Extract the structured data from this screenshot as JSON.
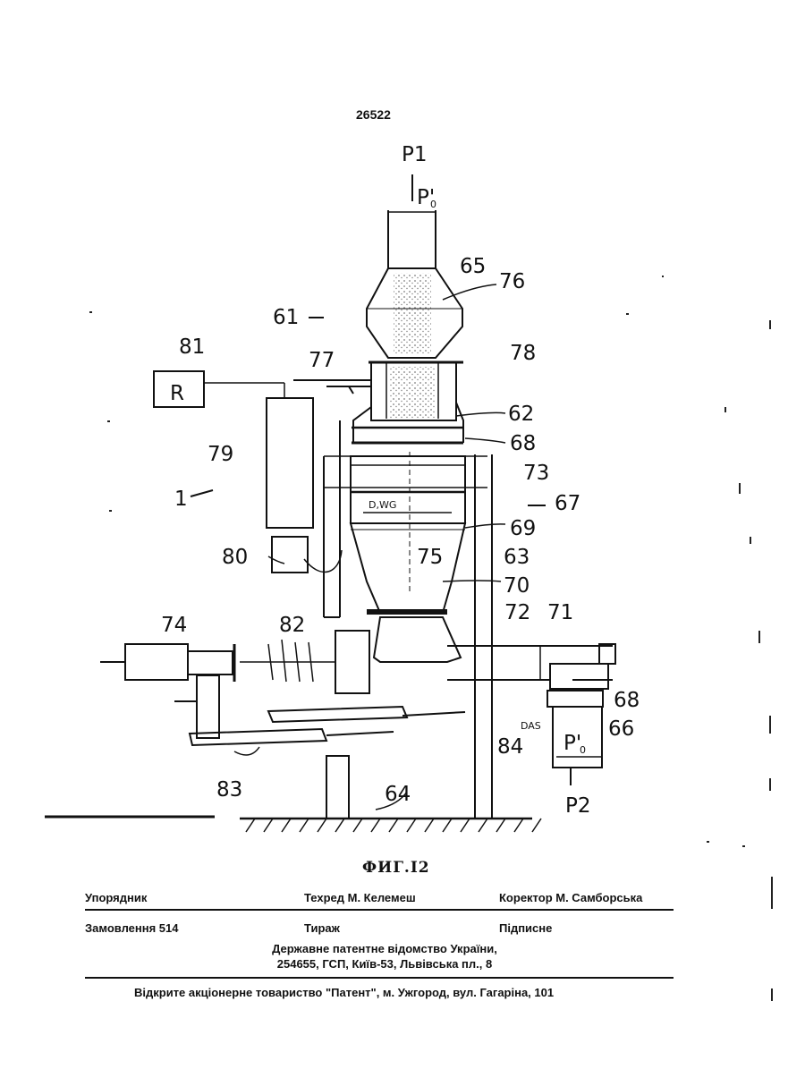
{
  "page_number": "26522",
  "figure": {
    "labels": {
      "p1": "P1",
      "p0_top": "P'",
      "p0_top_sub": "0",
      "p0_bottom": "P'",
      "p0_bottom_sub": "0",
      "p2": "P2",
      "r_box": "R",
      "dwg": "D,WG",
      "das": "DAS",
      "n1": "1",
      "n61": "61",
      "n62": "62",
      "n63": "63",
      "n64": "64",
      "n65": "65",
      "n66": "66",
      "n67": "67",
      "n68a": "68",
      "n68b": "68",
      "n69": "69",
      "n70": "70",
      "n71": "71",
      "n72": "72",
      "n73": "73",
      "n74": "74",
      "n75": "75",
      "n76": "76",
      "n77": "77",
      "n78": "78",
      "n79": "79",
      "n80": "80",
      "n81": "81",
      "n82": "82",
      "n83": "83",
      "n84": "84"
    },
    "caption": "ФИГ.I2"
  },
  "imprint": {
    "compiler": "Упорядник",
    "tech_editor": "Техред М. Келемеш",
    "proofreader": "Коректор М. Самборська",
    "order": "Замовлення 514",
    "circulation": "Тираж",
    "subscription": "Підписне",
    "office_line1": "Державне патентне відомство України,",
    "office_line2": "254655, ГСП, Київ-53, Львівська пл., 8",
    "printer": "Відкрите акціонерне товариство \"Патент\", м. Ужгород, вул. Гагаріна, 101"
  }
}
